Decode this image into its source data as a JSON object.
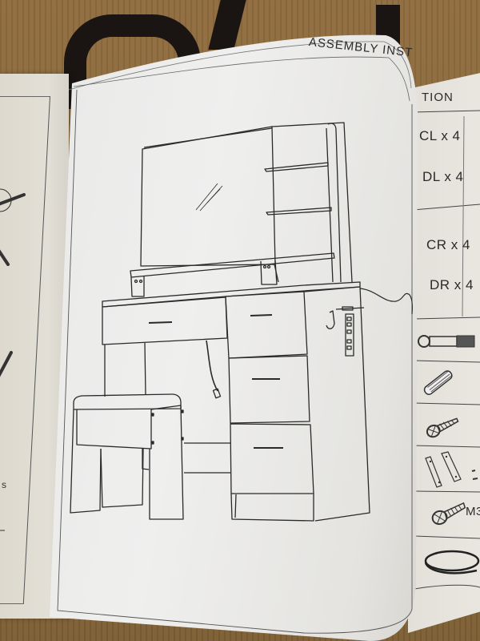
{
  "document": {
    "title": "ASSEMBLY INSTRUCTION",
    "visible_title_fragment": "ASSEMBLY INST",
    "right_page_header_fragment": "TION",
    "subject": "Vanity desk with mirror, shelves, 4 drawers, power strip with hook, and stool"
  },
  "left_page": {
    "text_fragments": [
      "s"
    ]
  },
  "parts_list": {
    "items": [
      {
        "label": "CL x 4",
        "type": "panel-part"
      },
      {
        "label": "DL x 4",
        "type": "panel-part"
      },
      {
        "label": "CR x 4",
        "type": "panel-part"
      },
      {
        "label": "DR x 4",
        "type": "panel-part"
      },
      {
        "label": "",
        "type": "cam-bolt-icon"
      },
      {
        "label": "",
        "type": "wooden-dowel-icon"
      },
      {
        "label": "",
        "type": "screw-icon"
      },
      {
        "label": "",
        "type": "metal-bracket-icon"
      },
      {
        "label": "M3",
        "type": "screw-m3-icon"
      },
      {
        "label": "",
        "type": "felt-pad-icon"
      }
    ]
  },
  "colors": {
    "cardboard": "#86663a",
    "paper": "#ecebe9",
    "ink": "#2a2a2a"
  }
}
